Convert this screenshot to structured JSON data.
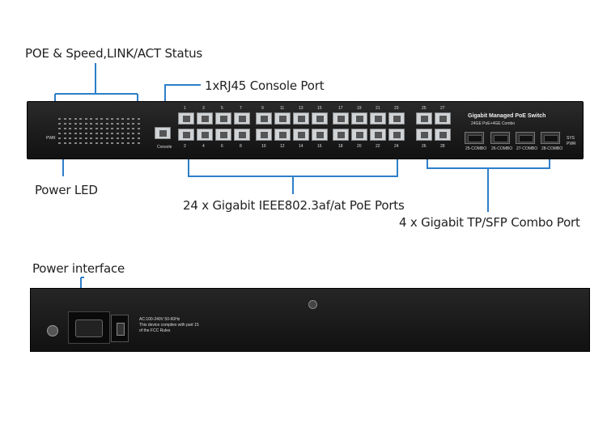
{
  "callouts": {
    "poe_status": "POE & Speed,LINK/ACT Status",
    "console": "1xRJ45  Console Port",
    "power_led": "Power LED",
    "poe_ports": "24 x Gigabit IEEE802.3af/at PoE Ports",
    "combo_ports": "4 x Gigabit TP/SFP Combo Port",
    "power_interface": "Power interface"
  },
  "front": {
    "brand_title": "Gigabit Managed PoE Switch",
    "brand_sub": "24GE PoE+4GE Combo",
    "console_label": "Console",
    "pwr_label": "PWR",
    "sys_label": "SYS",
    "pwr_right_label": "PWR",
    "top_port_numbers": [
      "1",
      "3",
      "5",
      "7",
      "9",
      "11",
      "13",
      "15",
      "17",
      "19",
      "21",
      "23",
      "25",
      "27"
    ],
    "bottom_port_numbers": [
      "2",
      "4",
      "6",
      "8",
      "10",
      "12",
      "14",
      "16",
      "18",
      "20",
      "22",
      "24",
      "26",
      "28"
    ],
    "sfp_labels": [
      "25-COMBO",
      "26-COMBO",
      "27-COMBO",
      "28-COMBO"
    ]
  },
  "rear": {
    "rating_line1": "AC:100-240V 50-60Hz",
    "rating_line2": "This device complies with part 15",
    "rating_line3": "of the FCC Rules"
  }
}
